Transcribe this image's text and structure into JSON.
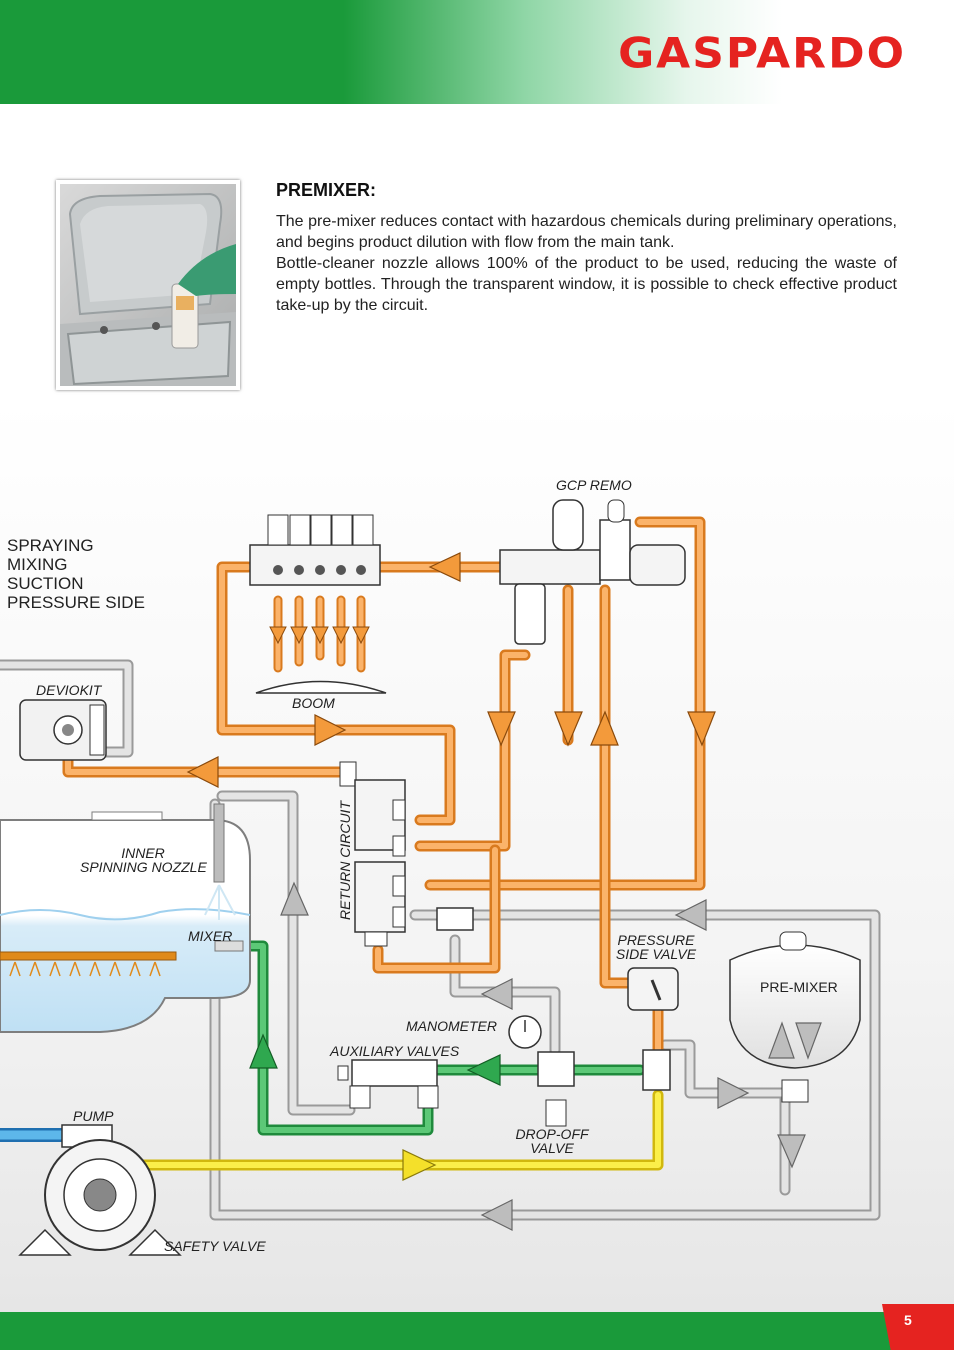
{
  "header": {
    "logo": "GASPARDO"
  },
  "premixer": {
    "title": "PREMIXER:",
    "paragraph1": "The pre-mixer reduces contact with hazardous chemicals during preliminary operations, and begins product dilution with flow from the main tank.",
    "paragraph2": "Bottle-cleaner nozzle allows 100% of the product to be used, reducing the waste of empty bottles. Through the transparent window, it is possible to check effective product take-up by the circuit."
  },
  "legend": [
    "SPRAYING",
    "MIXING",
    "SUCTION",
    "PRESSURE SIDE"
  ],
  "labels": {
    "gcp_remo": "GCP REMO",
    "deviokit": "DEVIOKIT",
    "boom": "BOOM",
    "return_circuit": "RETURN CIRCUIT",
    "inner_line1": "INNER",
    "inner_line2": "SPINNING NOZZLE",
    "mixer": "MIXER",
    "pressure_line1": "PRESSURE",
    "pressure_line2": "SIDE VALVE",
    "pre_mixer": "PRE-MIXER",
    "manometer": "MANOMETER",
    "auxiliary_valves": "AUXILIARY VALVES",
    "pump": "PUMP",
    "dropoff_line1": "DROP-OFF",
    "dropoff_line2": "VALVE",
    "safety_valve": "SAFETY VALVE"
  },
  "colors": {
    "brand_red": "#e52320",
    "brand_green": "#1a9a3a",
    "spraying": "#f39a3b",
    "mixing": "#2fa84f",
    "suction": "#3aa0dc",
    "pressure": "#f4e02a",
    "return": "#c8c8c8"
  },
  "footer": {
    "page_number": "5"
  }
}
